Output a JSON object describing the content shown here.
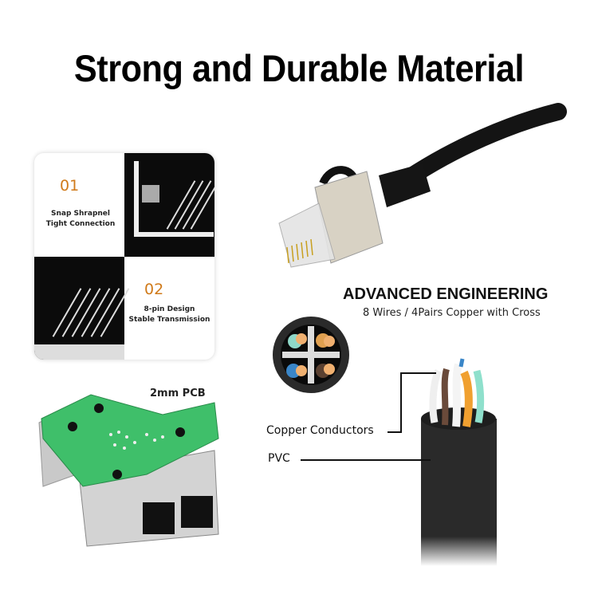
{
  "title": "Strong and Durable Material",
  "features": [
    {
      "number": "01",
      "line1": "Snap Shrapnel",
      "line2": "Tight Connection"
    },
    {
      "number": "02",
      "line1": "8-pin Design",
      "line2": "Stable  Transmission"
    }
  ],
  "pcb": {
    "label": "2mm PCB"
  },
  "engineering": {
    "title": "ADVANCED ENGINEERING",
    "subtitle": "8 Wires / 4Pairs Copper with Cross"
  },
  "cable_labels": {
    "conductors": "Copper Conductors",
    "jacket": "PVC"
  },
  "colors": {
    "accent_number": "#d07a1a",
    "pcb_green": "#3fbf6a",
    "cable_black": "#1a1a1a"
  }
}
